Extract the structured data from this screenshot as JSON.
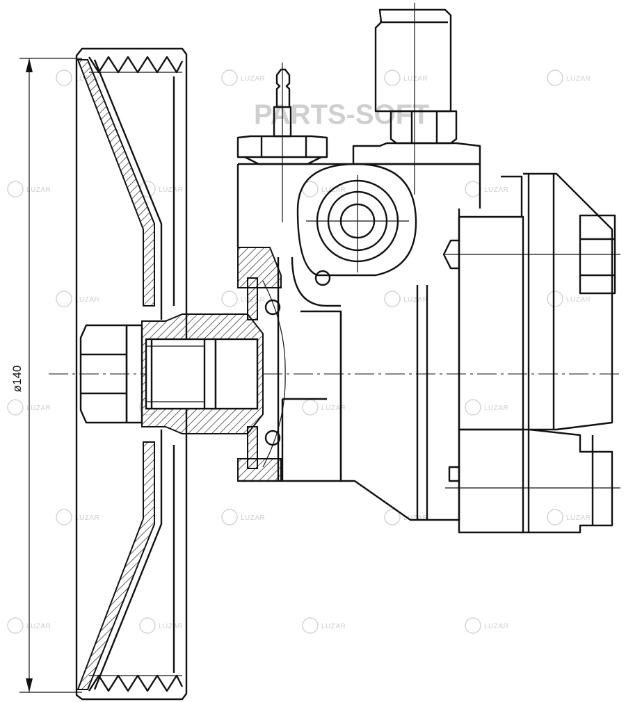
{
  "dimension": {
    "diameter_label": "ø140"
  },
  "watermark": {
    "brand_text": "PARTS-SOFT",
    "logo_text": "LUZAR"
  },
  "colors": {
    "line": "#111111",
    "watermark": "#cfcfcf",
    "background": "#ffffff"
  },
  "icons": {
    "watermark_logo": "luzar-logo-icon"
  }
}
